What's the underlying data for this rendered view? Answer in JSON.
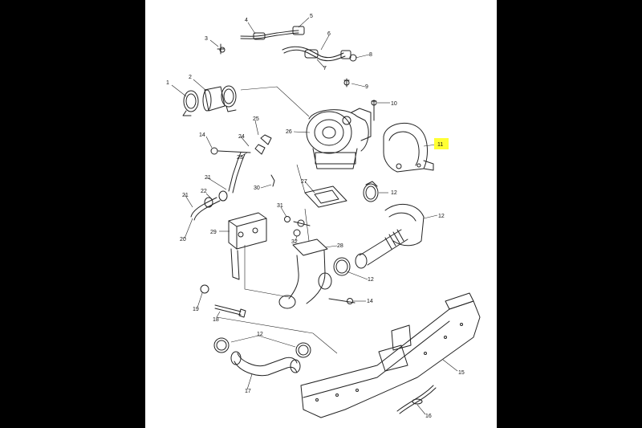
{
  "callouts": {
    "c1": "1",
    "c2": "2",
    "c3": "3",
    "c4": "4",
    "c5": "5",
    "c6": "6",
    "c7": "7",
    "c8": "8",
    "c9": "9",
    "c10": "10",
    "c11": "11",
    "c12a": "12",
    "c12b": "12",
    "c12c": "12",
    "c12d": "12",
    "c14a": "14",
    "c14b": "14",
    "c15": "15",
    "c16": "16",
    "c17": "17",
    "c18": "18",
    "c19": "19",
    "c20": "20",
    "c21a": "21",
    "c21b": "21",
    "c22": "22",
    "c23": "23",
    "c24": "24",
    "c25": "25",
    "c26": "26",
    "c27": "27",
    "c28": "28",
    "c29": "29",
    "c30": "30",
    "c31": "31",
    "c32": "32"
  },
  "highlight": {
    "color": "#ffff33",
    "callout": "11"
  }
}
